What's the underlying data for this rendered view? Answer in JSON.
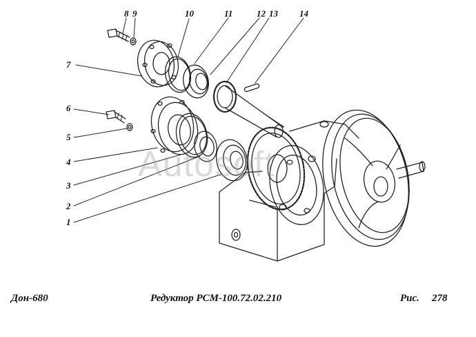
{
  "callouts": {
    "n1": "1",
    "n2": "2",
    "n3": "3",
    "n4": "4",
    "n5": "5",
    "n6": "6",
    "n7": "7",
    "n8": "8",
    "n9": "9",
    "n10": "10",
    "n11": "11",
    "n12": "12",
    "n13": "13",
    "n14": "14"
  },
  "caption": {
    "left": "Дон-680",
    "center": "Редуктор РСМ-100.72.02.210",
    "right_label": "Рис.",
    "right_number": "278"
  },
  "watermark": "Autosoft"
}
